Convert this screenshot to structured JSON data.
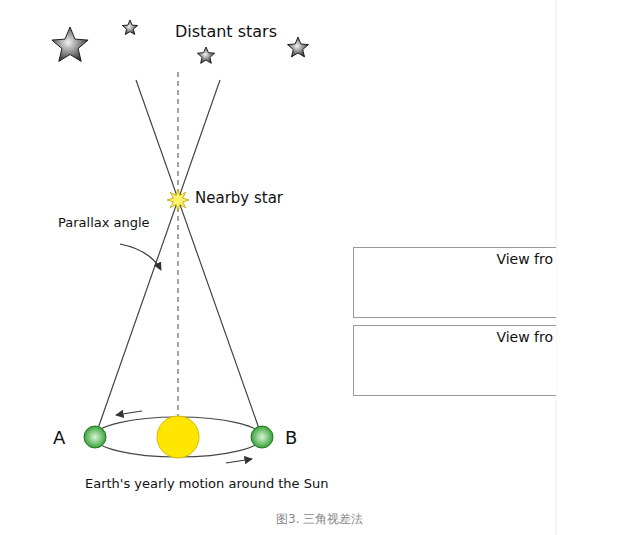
{
  "diagram": {
    "caption": "图3. 三角视差法",
    "nodes": [
      {
        "text": [
          "View fro"
        ]
      },
      {
        "text": [
          "View fro"
        ]
      }
    ],
    "labels": [
      "Distant stars",
      "Nearby star",
      "Parallax angle",
      "A",
      "B",
      "Earth's yearly motion around the Sun"
    ]
  }
}
